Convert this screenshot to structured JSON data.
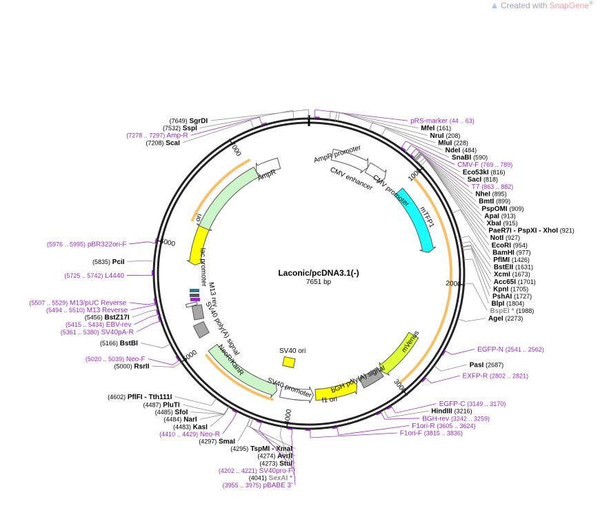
{
  "watermark": {
    "prefix": "Created with ",
    "brand": "SnapGene",
    "mark": "®"
  },
  "plasmid": {
    "name": "Laconic/pcDNA3.1(-)",
    "size": "7651 bp",
    "length": 7651
  },
  "ticks": [
    {
      "pos": 1000,
      "label": "1000"
    },
    {
      "pos": 2000,
      "label": "2000"
    },
    {
      "pos": 3000,
      "label": "3000"
    },
    {
      "pos": 4000,
      "label": "4000"
    },
    {
      "pos": 5000,
      "label": "5000"
    },
    {
      "pos": 6000,
      "label": "6000"
    },
    {
      "pos": 7000,
      "label": "7000"
    }
  ],
  "sites": [
    {
      "pos": 7649,
      "coord": "(7649)",
      "name": "SgrDI",
      "kind": "enzyme"
    },
    {
      "pos": 7532,
      "coord": "(7532)",
      "name": "SspI",
      "kind": "enzyme"
    },
    {
      "pos": 44,
      "coord": "(44 .. 63)",
      "name": "pRS-marker",
      "kind": "primer"
    },
    {
      "pos": 7278,
      "coord": "(7278 .. 7297)",
      "name": "Amp-R",
      "kind": "primer"
    },
    {
      "pos": 7208,
      "coord": "(7208)",
      "name": "ScaI",
      "kind": "enzyme"
    },
    {
      "pos": 161,
      "coord": "(161)",
      "name": "MfeI",
      "kind": "enzyme"
    },
    {
      "pos": 208,
      "coord": "(208)",
      "name": "NruI",
      "kind": "enzyme"
    },
    {
      "pos": 228,
      "coord": "(228)",
      "name": "MluI",
      "kind": "enzyme"
    },
    {
      "pos": 484,
      "coord": "(484)",
      "name": "NdeI",
      "kind": "enzyme"
    },
    {
      "pos": 590,
      "coord": "(590)",
      "name": "SnaBI",
      "kind": "enzyme"
    },
    {
      "pos": 769,
      "coord": "(769 .. 789)",
      "name": "CMV-F",
      "kind": "primer"
    },
    {
      "pos": 816,
      "coord": "(816)",
      "name": "Eco53kI",
      "kind": "enzyme"
    },
    {
      "pos": 818,
      "coord": "(818)",
      "name": "SacI",
      "kind": "enzyme"
    },
    {
      "pos": 863,
      "coord": "(863 .. 882)",
      "name": "T7",
      "kind": "primer"
    },
    {
      "pos": 895,
      "coord": "(895)",
      "name": "NheI",
      "kind": "enzyme"
    },
    {
      "pos": 899,
      "coord": "(899)",
      "name": "BmtI",
      "kind": "enzyme"
    },
    {
      "pos": 909,
      "coord": "(909)",
      "name": "PspOMI",
      "kind": "enzyme"
    },
    {
      "pos": 913,
      "coord": "(913)",
      "name": "ApaI",
      "kind": "enzyme"
    },
    {
      "pos": 915,
      "coord": "(915)",
      "name": "XbaI",
      "kind": "enzyme"
    },
    {
      "pos": 921,
      "coord": "(921)",
      "name": "PaeR7I - PspXI - XhoI",
      "kind": "enzyme"
    },
    {
      "pos": 927,
      "coord": "(927)",
      "name": "NotI",
      "kind": "enzyme"
    },
    {
      "pos": 954,
      "coord": "(954)",
      "name": "EcoRI",
      "kind": "enzyme"
    },
    {
      "pos": 977,
      "coord": "(977)",
      "name": "BamHI",
      "kind": "enzyme"
    },
    {
      "pos": 1426,
      "coord": "(1426)",
      "name": "PflMI",
      "kind": "enzyme"
    },
    {
      "pos": 1631,
      "coord": "(1631)",
      "name": "BstEII",
      "kind": "enzyme"
    },
    {
      "pos": 1673,
      "coord": "(1673)",
      "name": "XcmI",
      "kind": "enzyme"
    },
    {
      "pos": 1701,
      "coord": "(1701)",
      "name": "Acc65I",
      "kind": "enzyme"
    },
    {
      "pos": 1705,
      "coord": "(1705)",
      "name": "KpnI",
      "kind": "enzyme"
    },
    {
      "pos": 1727,
      "coord": "(1727)",
      "name": "PshAI",
      "kind": "enzyme"
    },
    {
      "pos": 1804,
      "coord": "(1804)",
      "name": "BlpI",
      "kind": "enzyme"
    },
    {
      "pos": 1988,
      "coord": "(1988)",
      "name": "BspEI *",
      "kind": "gray"
    },
    {
      "pos": 2273,
      "coord": "(2273)",
      "name": "AgeI",
      "kind": "enzyme"
    },
    {
      "pos": 2541,
      "coord": "(2541 .. 2562)",
      "name": "EGFP-N",
      "kind": "primer"
    },
    {
      "pos": 2687,
      "coord": "(2687)",
      "name": "PasI",
      "kind": "enzyme"
    },
    {
      "pos": 2802,
      "coord": "(2802 .. 2821)",
      "name": "EXFP-R",
      "kind": "primer"
    },
    {
      "pos": 3149,
      "coord": "(3149 .. 3170)",
      "name": "EGFP-C",
      "kind": "primer"
    },
    {
      "pos": 3216,
      "coord": "(3216)",
      "name": "HindIII",
      "kind": "enzyme"
    },
    {
      "pos": 3242,
      "coord": "(3242 .. 3259)",
      "name": "BGH-rev",
      "kind": "primer"
    },
    {
      "pos": 3605,
      "coord": "(3605 .. 3624)",
      "name": "F1ori-R",
      "kind": "primer"
    },
    {
      "pos": 3815,
      "coord": "(3815 .. 3836)",
      "name": "F1ori-F",
      "kind": "primer"
    },
    {
      "pos": 3955,
      "coord": "(3955 .. 3975)",
      "name": "pBABE 3'",
      "kind": "primer"
    },
    {
      "pos": 4041,
      "coord": "(4041)",
      "name": "SexAI *",
      "kind": "gray"
    },
    {
      "pos": 4202,
      "coord": "(4202 .. 4221)",
      "name": "SV40pro-F",
      "kind": "primer"
    },
    {
      "pos": 4273,
      "coord": "(4273)",
      "name": "StuI",
      "kind": "enzyme"
    },
    {
      "pos": 4274,
      "coord": "(4274)",
      "name": "AvrII",
      "kind": "enzyme"
    },
    {
      "pos": 4295,
      "coord": "(4295)",
      "name": "TspMI - XmaI",
      "kind": "enzyme"
    },
    {
      "pos": 4297,
      "coord": "(4297)",
      "name": "SmaI",
      "kind": "enzyme"
    },
    {
      "pos": 4410,
      "coord": "(4410 .. 4429)",
      "name": "Neo-R",
      "kind": "primer"
    },
    {
      "pos": 4483,
      "coord": "(4483)",
      "name": "KasI",
      "kind": "enzyme"
    },
    {
      "pos": 4484,
      "coord": "(4484)",
      "name": "NarI",
      "kind": "enzyme"
    },
    {
      "pos": 4485,
      "coord": "(4485)",
      "name": "SfoI",
      "kind": "enzyme"
    },
    {
      "pos": 4487,
      "coord": "(4487)",
      "name": "PluTI",
      "kind": "enzyme"
    },
    {
      "pos": 4602,
      "coord": "(4602)",
      "name": "PflFI - Tth111I",
      "kind": "enzyme"
    },
    {
      "pos": 5000,
      "coord": "(5000)",
      "name": "RsrII",
      "kind": "enzyme"
    },
    {
      "pos": 5020,
      "coord": "(5020 .. 5039)",
      "name": "Neo-F",
      "kind": "primer"
    },
    {
      "pos": 5166,
      "coord": "(5166)",
      "name": "BstBI",
      "kind": "enzyme"
    },
    {
      "pos": 5361,
      "coord": "(5361 .. 5380)",
      "name": "SV40pA-R",
      "kind": "primer"
    },
    {
      "pos": 5415,
      "coord": "(5415 .. 5434)",
      "name": "EBV-rev",
      "kind": "primer"
    },
    {
      "pos": 5456,
      "coord": "(5456)",
      "name": "BstZ17I",
      "kind": "enzyme"
    },
    {
      "pos": 5494,
      "coord": "(5494 .. 5510)",
      "name": "M13 Reverse",
      "kind": "primer"
    },
    {
      "pos": 5507,
      "coord": "(5507 .. 5529)",
      "name": "M13/pUC Reverse",
      "kind": "primer"
    },
    {
      "pos": 5725,
      "coord": "(5725 .. 5742)",
      "name": "L4440",
      "kind": "primer"
    },
    {
      "pos": 5835,
      "coord": "(5835)",
      "name": "PciI",
      "kind": "enzyme"
    },
    {
      "pos": 5976,
      "coord": "(5976 .. 5995)",
      "name": "pBR322ori-F",
      "kind": "primer"
    }
  ],
  "features": [
    {
      "name": "AmpR promoter",
      "start": 7070,
      "end": 7328,
      "strand": -1,
      "ring": "inner",
      "color": "#ffffff"
    },
    {
      "name": "AmpR",
      "start": 6210,
      "end": 7070,
      "strand": -1,
      "ring": "inner",
      "color": "#ccf5c9"
    },
    {
      "name": "CMV enhancer",
      "start": 235,
      "end": 615,
      "strand": 1,
      "ring": "inner",
      "color": "#ffffff"
    },
    {
      "name": "CMV promoter",
      "start": 616,
      "end": 819,
      "strand": 1,
      "ring": "inner",
      "color": "#ffffff"
    },
    {
      "name": "mTFP1",
      "start": 1010,
      "end": 1700,
      "strand": 1,
      "ring": "inner",
      "color": "#19ffff"
    },
    {
      "name": "mVenus",
      "start": 2560,
      "end": 3050,
      "strand": 1,
      "ring": "inner",
      "color": "#ddff33"
    },
    {
      "name": "bGH poly(A) signal",
      "start": 3060,
      "end": 3280,
      "strand": 0,
      "ring": "inner",
      "color": "#a6a6a6"
    },
    {
      "name": "f1 ori",
      "start": 3330,
      "end": 3760,
      "strand": -1,
      "ring": "inner",
      "color": "#ffff00"
    },
    {
      "name": "SV40 promoter",
      "start": 3780,
      "end": 4110,
      "strand": -1,
      "ring": "inner",
      "color": "#ffffff"
    },
    {
      "name": "NeoR/KanR",
      "start": 4150,
      "end": 4940,
      "strand": -1,
      "ring": "inner",
      "color": "#ccf5c9"
    },
    {
      "name": "SV40 poly(A) signal",
      "start": 5090,
      "end": 5220,
      "strand": 0,
      "ring": "inner",
      "color": "#a6a6a6"
    },
    {
      "name": "lac promoter",
      "start": 5410,
      "end": 5440,
      "strand": 0,
      "ring": "inner",
      "color": "#ffffff"
    },
    {
      "name": "ori",
      "start": 5830,
      "end": 6240,
      "strand": -1,
      "ring": "inner",
      "color": "#ffff00"
    }
  ],
  "inner_labels": {
    "amp_promoter": "AmpR promoter",
    "ampr": "AmpR",
    "cmv_enhancer": "CMV enhancer",
    "cmv_promoter": "CMV promoter",
    "mtfp1": "mTFP1",
    "mvenus": "mVenus",
    "bgh": "bGH poly(A) signal",
    "f1ori": "f1 ori",
    "sv40_promoter": "SV40 promoter",
    "sv40_ori": "SV40 ori",
    "neor": "NeoR/KanR",
    "sv40pa": "SV40 poly(A) signal",
    "m13rev": "M13 rev",
    "lac": "lac promoter",
    "ori": "ori"
  },
  "colors": {
    "enzyme_text": "#000000",
    "coord_text": "#000000",
    "primer": "#9a28c7",
    "gray": "#8c8c8c",
    "backbone": "#222222",
    "orange_orf": "#f5b54a",
    "green_orf": "#4a8f2a"
  }
}
